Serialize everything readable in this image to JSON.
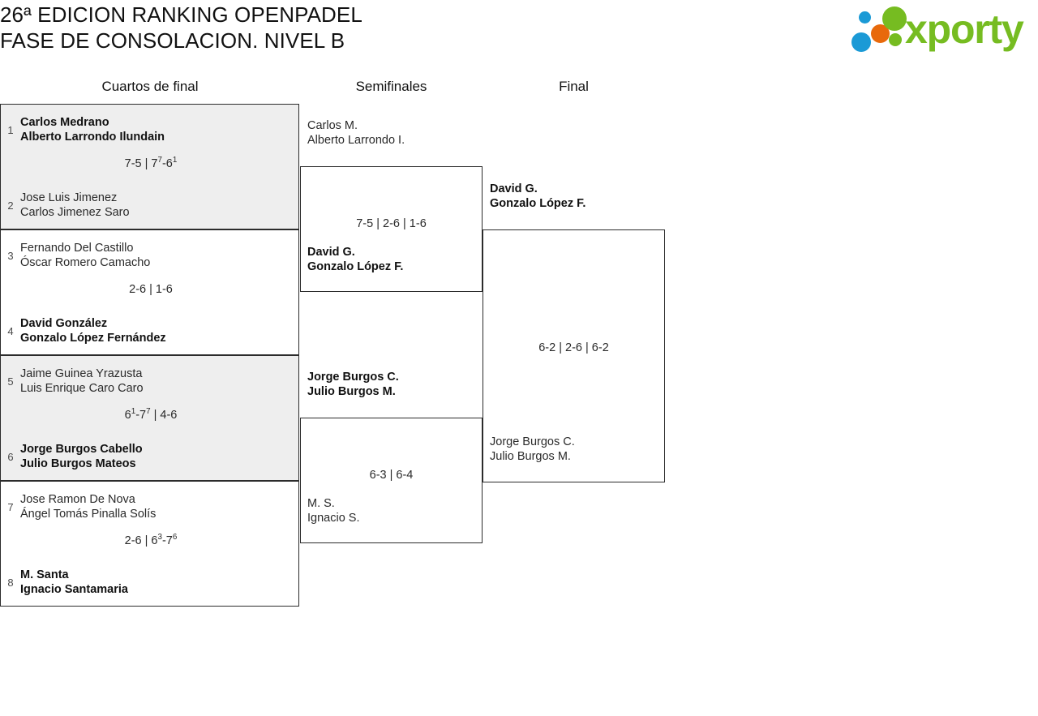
{
  "header": {
    "title_line_1": "26ª EDICION RANKING OPENPADEL",
    "title_line_2": "FASE DE CONSOLACION. NIVEL B"
  },
  "logo": {
    "wordmark": "xporty",
    "colors": {
      "green": "#76bc21",
      "blue": "#1b9ad6",
      "orange": "#e8690b"
    }
  },
  "rounds": [
    {
      "label": "Cuartos de final"
    },
    {
      "label": "Semifinales"
    },
    {
      "label": "Final"
    }
  ],
  "bracket": {
    "quarterfinals": [
      {
        "shaded": true,
        "top": {
          "seed": "1",
          "player_1": "Carlos Medrano",
          "player_2": "Alberto Larrondo Ilundain",
          "winner": true
        },
        "bottom": {
          "seed": "2",
          "player_1": "Jose Luis Jimenez",
          "player_2": "Carlos Jimenez Saro",
          "winner": false
        },
        "score_html": "7-5 | 7<sup>7</sup>-6<sup>1</sup>",
        "score_text": "7-5 | 7(7)-6(1)"
      },
      {
        "shaded": false,
        "top": {
          "seed": "3",
          "player_1": "Fernando Del Castillo",
          "player_2": "Óscar Romero Camacho",
          "winner": false
        },
        "bottom": {
          "seed": "4",
          "player_1": "David González",
          "player_2": "Gonzalo López Fernández",
          "winner": true
        },
        "score_html": "2-6 | 1-6",
        "score_text": "2-6 | 1-6"
      },
      {
        "shaded": true,
        "top": {
          "seed": "5",
          "player_1": "Jaime Guinea Yrazusta",
          "player_2": "Luis Enrique Caro Caro",
          "winner": false
        },
        "bottom": {
          "seed": "6",
          "player_1": "Jorge Burgos Cabello",
          "player_2": "Julio Burgos Mateos",
          "winner": true
        },
        "score_html": "6<sup>1</sup>-7<sup>7</sup> | 4-6",
        "score_text": "6(1)-7(7) | 4-6"
      },
      {
        "shaded": false,
        "top": {
          "seed": "7",
          "player_1": "Jose Ramon De Nova",
          "player_2": "Ángel Tomás Pinalla Solís",
          "winner": false
        },
        "bottom": {
          "seed": "8",
          "player_1": "M. Santa",
          "player_2": "Ignacio Santamaria",
          "winner": true
        },
        "score_html": "2-6 | 6<sup>3</sup>-7<sup>6</sup>",
        "score_text": "2-6 | 6(3)-7(6)"
      }
    ],
    "semifinals": [
      {
        "top": {
          "player_1": "Carlos M.",
          "player_2": "Alberto Larrondo I.",
          "winner": false
        },
        "bottom": {
          "player_1": "David G.",
          "player_2": "Gonzalo López F.",
          "winner": true
        },
        "score_html": "7-5 | 2-6 | 1-6",
        "score_text": "7-5 | 2-6 | 1-6"
      },
      {
        "top": {
          "player_1": "Jorge Burgos C.",
          "player_2": "Julio Burgos M.",
          "winner": true
        },
        "bottom": {
          "player_1": "M. S.",
          "player_2": "Ignacio S.",
          "winner": false
        },
        "score_html": "6-3 | 6-4",
        "score_text": "6-3 | 6-4"
      }
    ],
    "final": {
      "top": {
        "player_1": "David G.",
        "player_2": "Gonzalo López F.",
        "winner": true
      },
      "bottom": {
        "player_1": "Jorge Burgos C.",
        "player_2": "Julio Burgos M.",
        "winner": false
      },
      "score_html": "6-2 | 2-6 | 6-2",
      "score_text": "6-2 | 2-6 | 6-2"
    }
  }
}
